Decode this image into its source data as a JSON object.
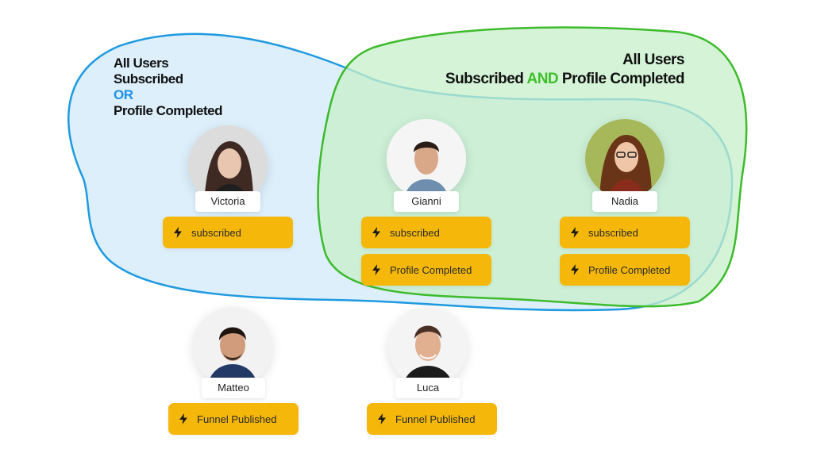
{
  "sets": {
    "or_set": {
      "line1": "All Users",
      "line2": "Subscribed",
      "operator": "OR",
      "line4": "Profile Completed",
      "fill": "#d6ecfa",
      "stroke": "#1f9ae0"
    },
    "and_set": {
      "line1": "All Users",
      "line2_prefix": "Subscribed",
      "operator": "AND",
      "line2_suffix": "Profile Completed",
      "fill": "#c7efc9",
      "stroke": "#3dbb2c"
    }
  },
  "colors": {
    "or_operator": "#1e90e8",
    "and_operator": "#3dc02a",
    "event_tag": "#f5b80a"
  },
  "users": [
    {
      "name": "Victoria",
      "events": [
        "subscribed"
      ]
    },
    {
      "name": "Gianni",
      "events": [
        "subscribed",
        "Profile Completed"
      ]
    },
    {
      "name": "Nadia",
      "events": [
        "subscribed",
        "Profile Completed"
      ]
    },
    {
      "name": "Matteo",
      "events": [
        "Funnel Published"
      ]
    },
    {
      "name": "Luca",
      "events": [
        "Funnel Published"
      ]
    }
  ],
  "icons": {
    "event": "lightning-bolt-icon",
    "user": "person-photo-icon"
  }
}
